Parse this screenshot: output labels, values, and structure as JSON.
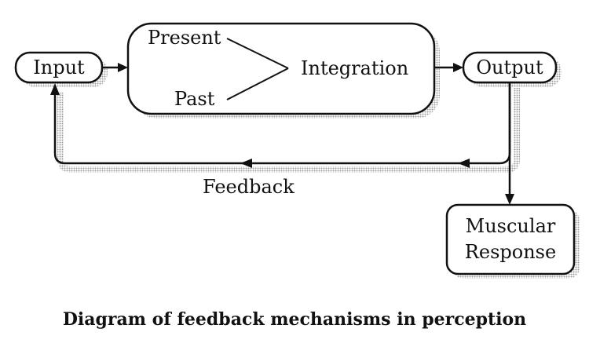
{
  "diagram": {
    "nodes": {
      "input": "Input",
      "output": "Output",
      "present": "Present",
      "past": "Past",
      "integration": "Integration",
      "muscular_line1": "Muscular",
      "muscular_line2": "Response"
    },
    "edge_labels": {
      "feedback": "Feedback"
    },
    "caption": "Diagram of feedback mechanisms in perception"
  },
  "colors": {
    "ink": "#111111",
    "shadow": "#bdbdbd"
  }
}
